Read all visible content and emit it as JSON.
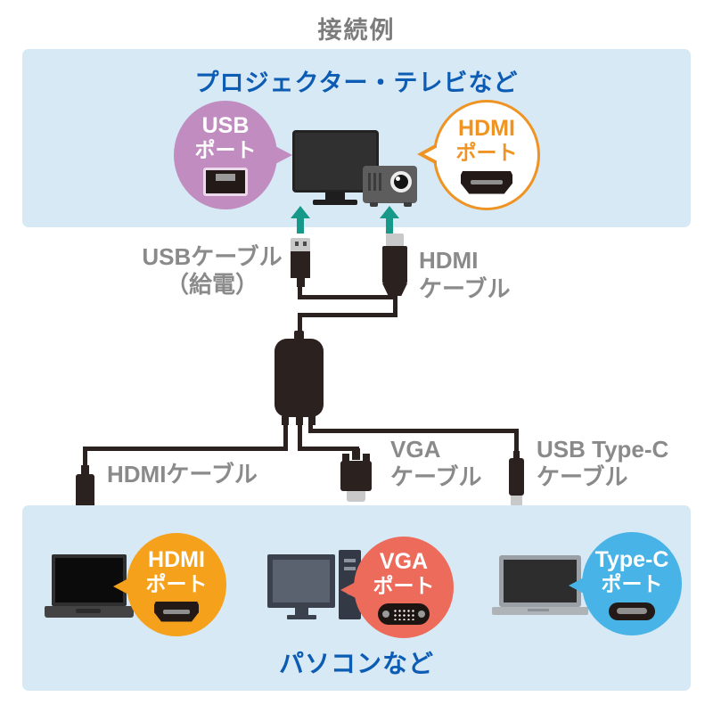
{
  "page_title": "接続例",
  "colors": {
    "band_background": "#d6e9f5",
    "heading_blue": "#0d5cb3",
    "label_gray": "#8a8a8a",
    "arrow_teal": "#17998a",
    "cable_black": "#2b211e",
    "usb_bubble_purple": "#c18dc1",
    "hdmi_bubble_orange": "#f5a11c",
    "vga_bubble_red": "#ed6b5a",
    "typec_bubble_blue": "#48b3e6"
  },
  "top_band": {
    "title": "プロジェクター・テレビなど",
    "usb_port_bubble": {
      "line1": "USB",
      "line2": "ポート"
    },
    "hdmi_port_bubble": {
      "line1": "HDMI",
      "line2": "ポート"
    }
  },
  "middle_cables": {
    "usb_power_cable": {
      "line1": "USBケーブル",
      "line2": "（給電）"
    },
    "hdmi_cable": {
      "line1": "HDMI",
      "line2": "ケーブル"
    }
  },
  "output_cables": {
    "hdmi_cable_label": "HDMIケーブル",
    "vga_cable": {
      "line1": "VGA",
      "line2": "ケーブル"
    },
    "usb_typec_cable": {
      "line1": "USB Type-C",
      "line2": "ケーブル"
    }
  },
  "bottom_band": {
    "title": "パソコンなど",
    "hdmi_port_bubble": {
      "line1": "HDMI",
      "line2": "ポート"
    },
    "vga_port_bubble": {
      "line1": "VGA",
      "line2": "ポート"
    },
    "typec_port_bubble": {
      "line1": "Type-C",
      "line2": "ポート"
    }
  }
}
